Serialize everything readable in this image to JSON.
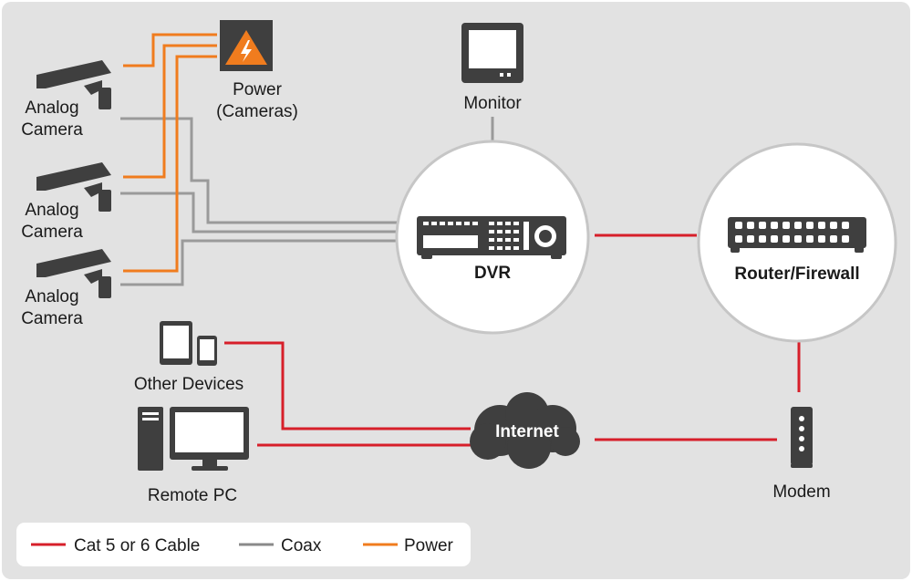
{
  "nodes": {
    "camera_1": "Analog\nCamera",
    "camera_2": "Analog\nCamera",
    "camera_3": "Analog\nCamera",
    "power": "Power\n(Cameras)",
    "monitor": "Monitor",
    "dvr": "DVR",
    "router": "Router/Firewall",
    "other_devices": "Other Devices",
    "remote_pc": "Remote PC",
    "internet": "Internet",
    "modem": "Modem"
  },
  "legend": [
    {
      "label": "Cat 5 or 6 Cable",
      "color": "#d71f2a"
    },
    {
      "label": "Coax",
      "color": "#8a8a8a"
    },
    {
      "label": "Power",
      "color": "#f07c1e"
    }
  ],
  "colors": {
    "background": "#e2e2e2",
    "icon": "#3f3f3f",
    "cat_cable": "#d71f2a",
    "coax": "#9a9a9a",
    "power": "#f07c1e",
    "warning_icon": "#f07c1e"
  }
}
